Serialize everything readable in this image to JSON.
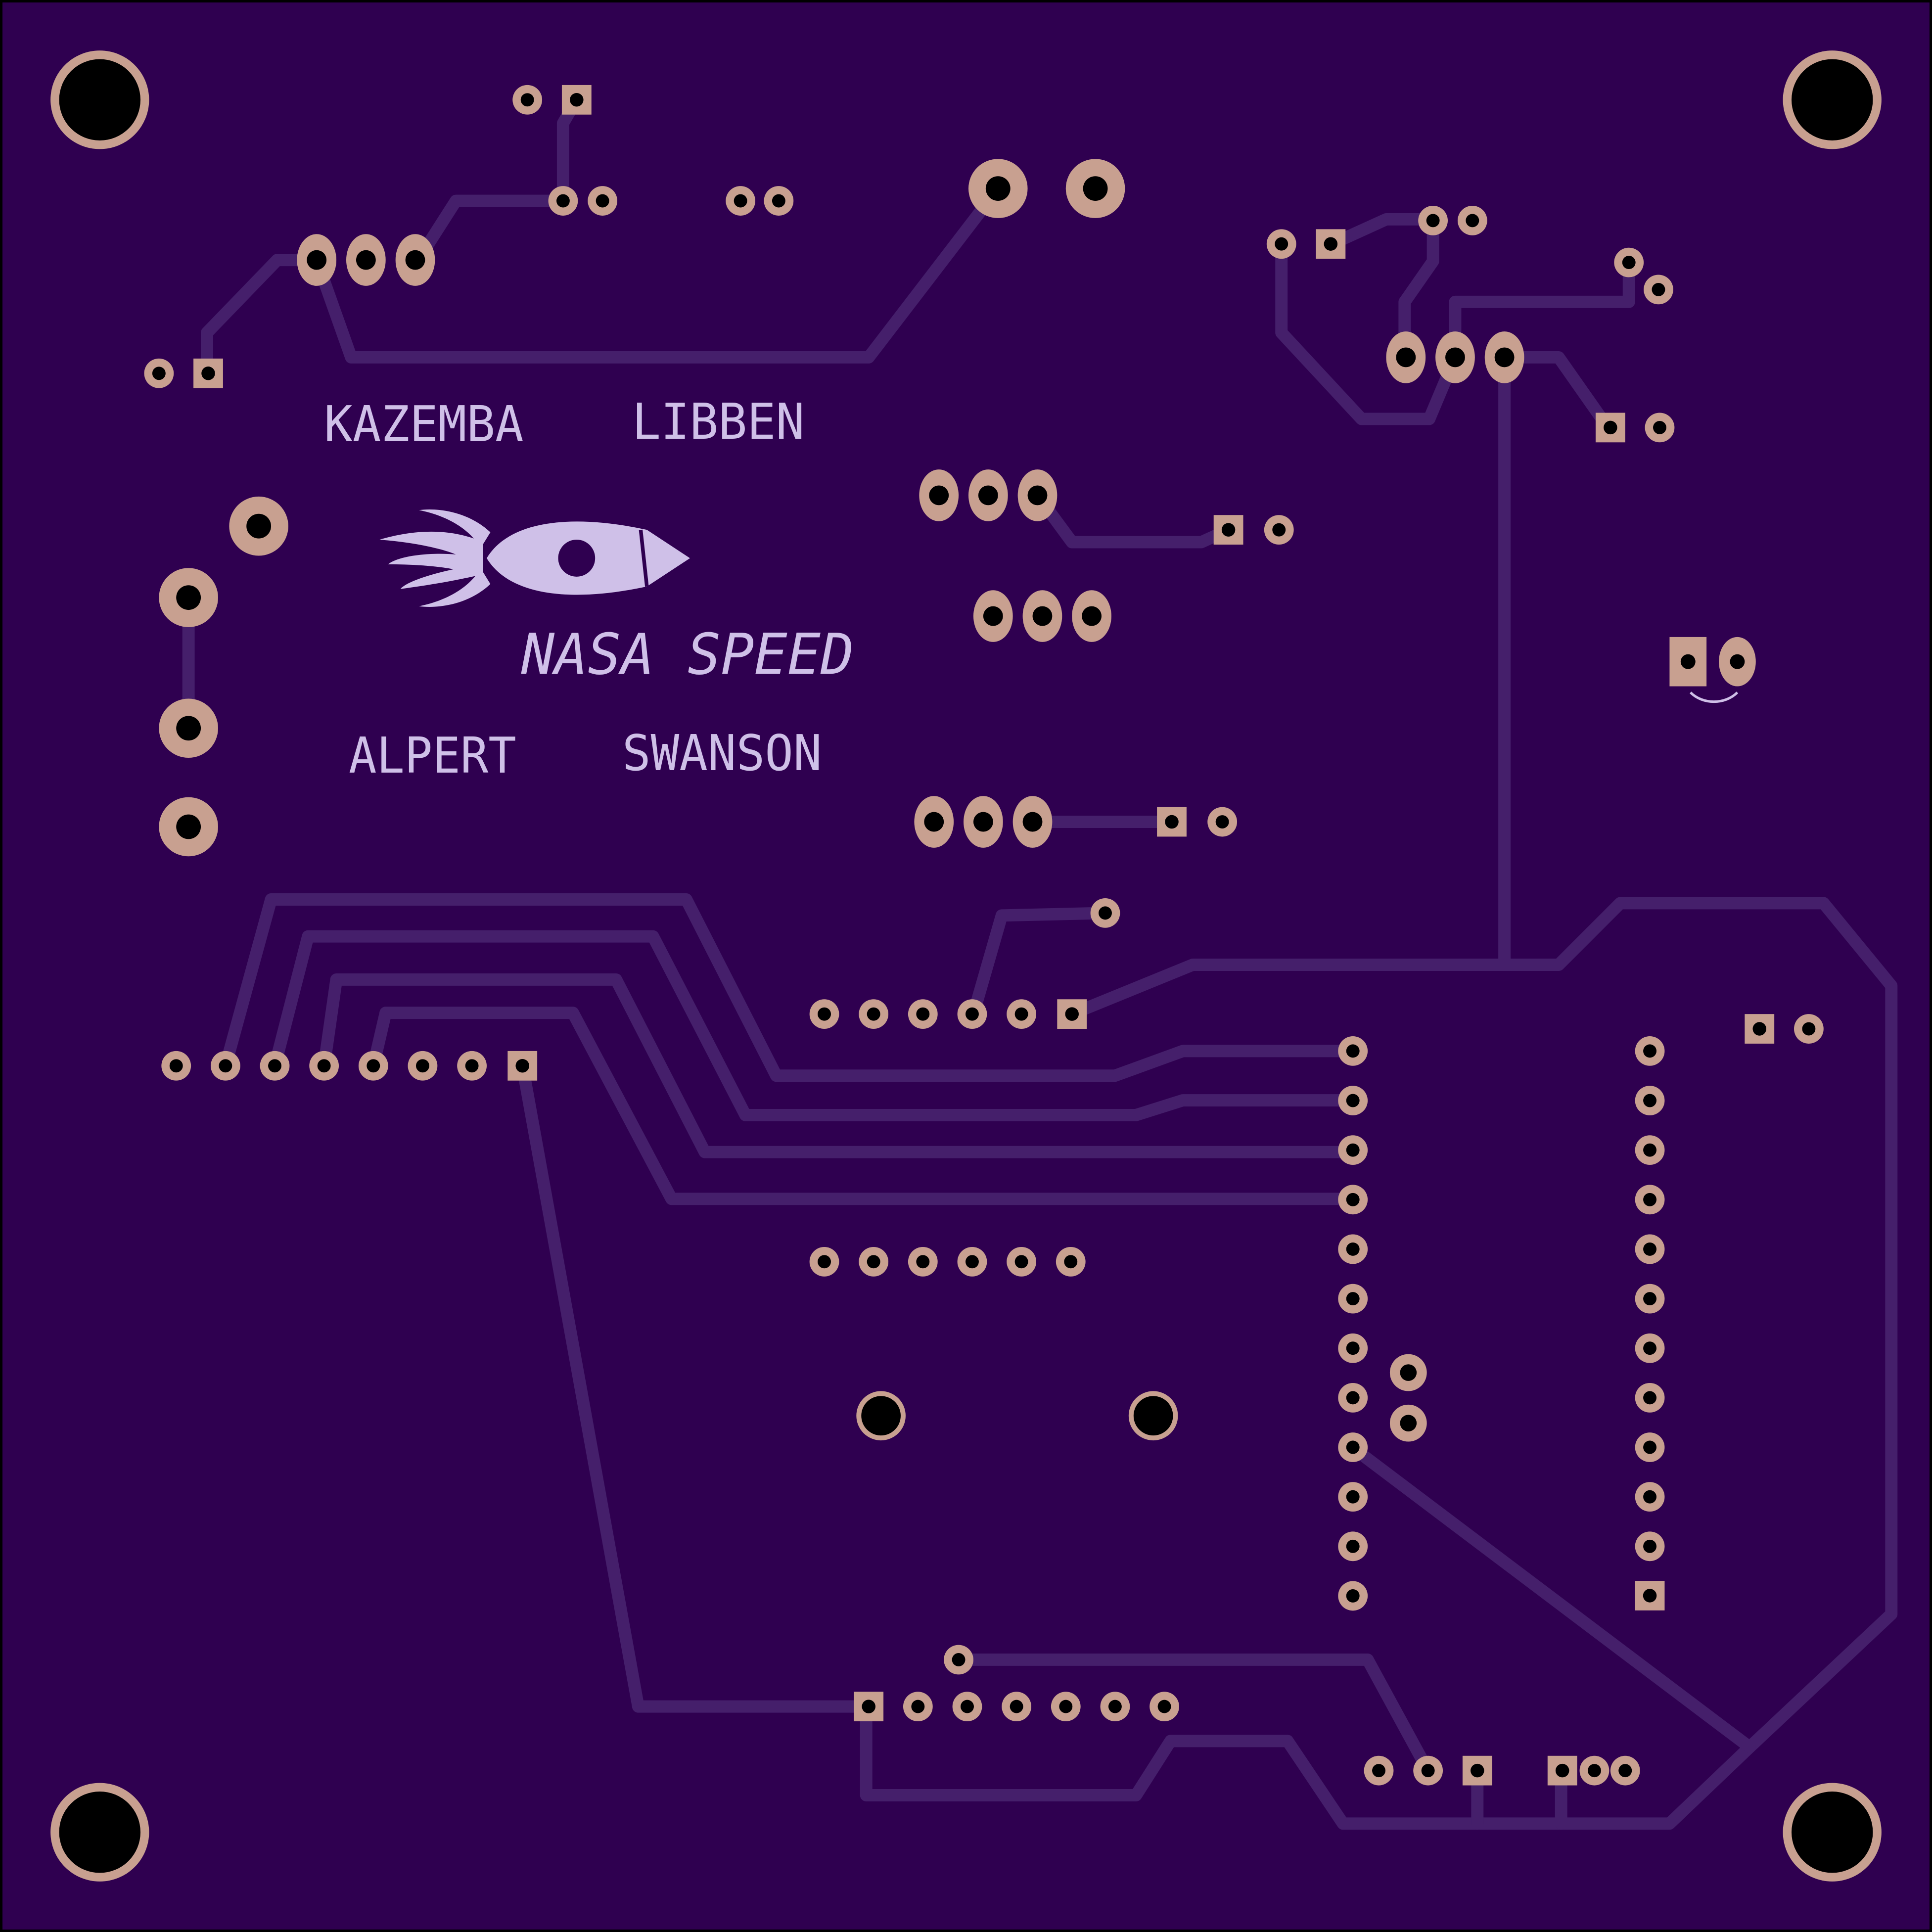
{
  "board": {
    "colors": {
      "soldermask": "#2f0050",
      "trace": "#451f6b",
      "pad": "#c8a090",
      "drill": "#000000",
      "silkscreen": "#cfc0e8",
      "outline": "#000000"
    },
    "silkscreen_text": {
      "name_1": "KAZEMBA",
      "name_2": "LIBBEN",
      "name_3": "ALPERT",
      "name_4": "SWANSON",
      "logo_text": "NASA SPEED"
    },
    "logo_icon": "rocket-icon",
    "decorative_icon": "smiley-icon"
  }
}
